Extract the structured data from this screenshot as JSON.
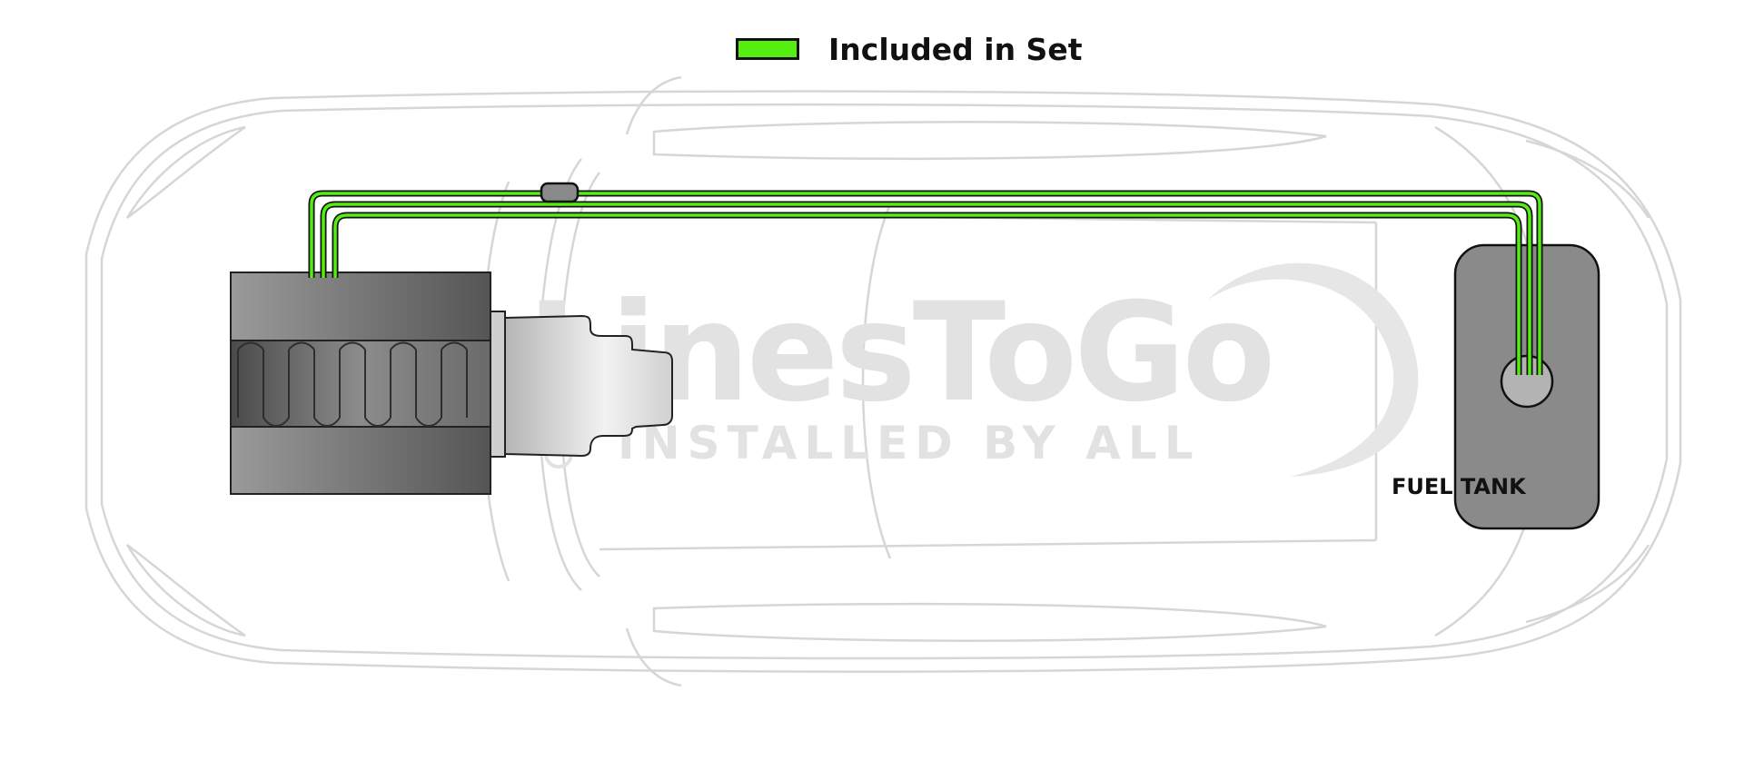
{
  "legend": {
    "label": "Included in Set",
    "swatch_color": "#55ee11"
  },
  "labels": {
    "fuel_tank": "FUEL TANK"
  },
  "watermark": {
    "brand": "LinesToGo",
    "tagline": "INSTALLED BY ALL"
  },
  "colors": {
    "line": "#55ee11",
    "line_outline": "#111111",
    "car_outline": "#d6d6d6",
    "watermark": "#e2e2e2",
    "tank": "#8a8a8a",
    "engine_dark": "#5a5a5a"
  }
}
